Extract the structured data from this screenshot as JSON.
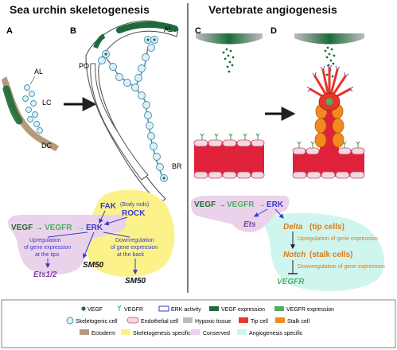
{
  "titles": {
    "left": "Sea urchin skeletogenesis",
    "right": "Vertebrate angiogenesis"
  },
  "panels": {
    "a": "A",
    "b": "B",
    "c": "C",
    "d": "D"
  },
  "region_labels": {
    "al_a": "AL",
    "lc": "LC",
    "dc": "DC",
    "po": "PO",
    "al_b": "AL",
    "br": "BR"
  },
  "left_pathway": {
    "vegf": "VEGF",
    "arrow1": "→",
    "vegfr": "VEGFR",
    "arrow2": "→",
    "erk": "ERK",
    "fak": "FAK",
    "rock": "ROCK",
    "body_rods": "(Body rods)",
    "upreg_line1": "Upregulation",
    "upreg_line2": "of gene expression",
    "upreg_line3": "at the tips",
    "downreg_line1": "Downregulation",
    "downreg_line2": "of gene expression",
    "downreg_line3": "at the back",
    "ets": "Ets1/2",
    "sm50_a": "SM50",
    "sm50_b": "SM50"
  },
  "right_pathway": {
    "vegf": "VEGF",
    "arrow1": "→",
    "vegfr": "VEGFR",
    "arrow2": "→",
    "erk": "ERK",
    "ets": "Ets",
    "delta": "Delta",
    "tip_cells": "(tip cells)",
    "upreg": "Upregulation of gene expression",
    "notch": "Notch",
    "stalk_cells": "(stalk cells)",
    "downreg": "Downregulation of gene expression",
    "vegfr_out": "VEGFR"
  },
  "legend": {
    "row1": [
      "VEGF",
      "VEGFR",
      "ERK activity",
      "VEGF expression",
      "VEGFR expression"
    ],
    "row2": [
      "Skeletogenic cell",
      "Endothelial cell",
      "Hypoxic tissue",
      "Tip cell",
      "Stalk cell"
    ],
    "row3": [
      "Ectoderm",
      "Skeletogenesis specific",
      "Conserved",
      "Angiogenesis specific"
    ]
  },
  "colors": {
    "vegf_green": "#1d6b3a",
    "vegfr_green": "#4caf62",
    "erk_blue": "#3a3ad0",
    "ets_purple": "#7a3fa6",
    "orange_text": "#e07a10",
    "skeleton_yellow": "#fbf28a",
    "conserved_pink": "#ead3ea",
    "angio_cyan": "#cff5ef",
    "ectoderm_tan": "#b59a7a",
    "vessel_red": "#e0213a",
    "tip_red": "#e8352a",
    "stalk_orange": "#f28a1e"
  }
}
